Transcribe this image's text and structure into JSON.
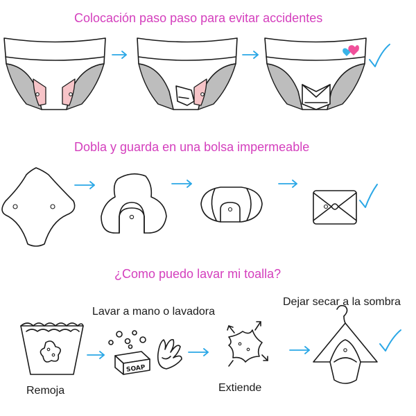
{
  "headings": {
    "placement": "Colocación paso paso para evitar accidentes",
    "fold": "Dobla y guarda en una bolsa impermeable",
    "wash": "¿Como puedo lavar mi toalla?"
  },
  "wash_steps": {
    "soak": "Remoja",
    "wash": "Lavar a mano o lavadora",
    "stretch": "Extiende",
    "dry": "Dejar secar a la sombra"
  },
  "soap_box_label": "SOAP",
  "colors": {
    "heading": "#d43fbd",
    "arrow": "#2aa7e6",
    "check": "#2aa7e6",
    "gusset": "#bdbdbd",
    "wing": "#f7c4c8",
    "heart_pink": "#f0509a",
    "heart_blue": "#39b4e8"
  }
}
